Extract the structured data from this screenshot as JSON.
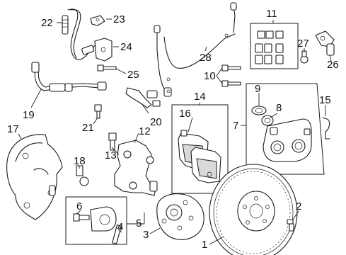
{
  "diagram": {
    "callouts": {
      "c1": "1",
      "c2": "2",
      "c3": "3",
      "c4": "4",
      "c5": "5",
      "c6": "6",
      "c7": "7",
      "c8": "8",
      "c9": "9",
      "c10": "10",
      "c11": "11",
      "c12": "12",
      "c13": "13",
      "c14": "14",
      "c15": "15",
      "c16": "16",
      "c17": "17",
      "c18": "18",
      "c19": "19",
      "c20": "20",
      "c21": "21",
      "c22": "22",
      "c23": "23",
      "c24": "24",
      "c25": "25",
      "c26": "26",
      "c27": "27",
      "c28": "28"
    },
    "colors": {
      "line": "#1a1a1a",
      "background": "#ffffff",
      "shade": "#d9d9d9"
    }
  }
}
